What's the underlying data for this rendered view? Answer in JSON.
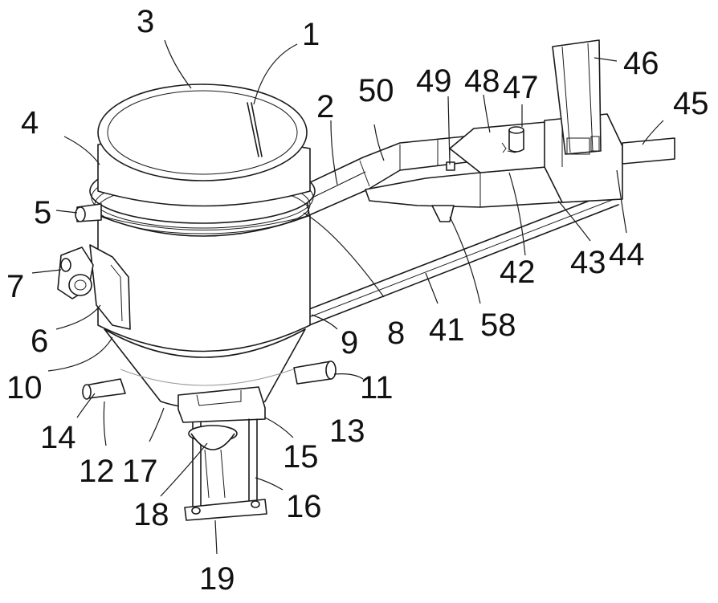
{
  "labels": {
    "l1": "1",
    "l2": "2",
    "l3": "3",
    "l4": "4",
    "l5": "5",
    "l6": "6",
    "l7": "7",
    "l8": "8",
    "l9": "9",
    "l10": "10",
    "l11": "11",
    "l12": "12",
    "l13": "13",
    "l14": "14",
    "l15": "15",
    "l16": "16",
    "l17": "17",
    "l18": "18",
    "l19": "19",
    "l41": "41",
    "l42": "42",
    "l43": "43",
    "l44": "44",
    "l45": "45",
    "l46": "46",
    "l47": "47",
    "l48": "48",
    "l49": "49",
    "l50": "50",
    "l58": "58"
  }
}
